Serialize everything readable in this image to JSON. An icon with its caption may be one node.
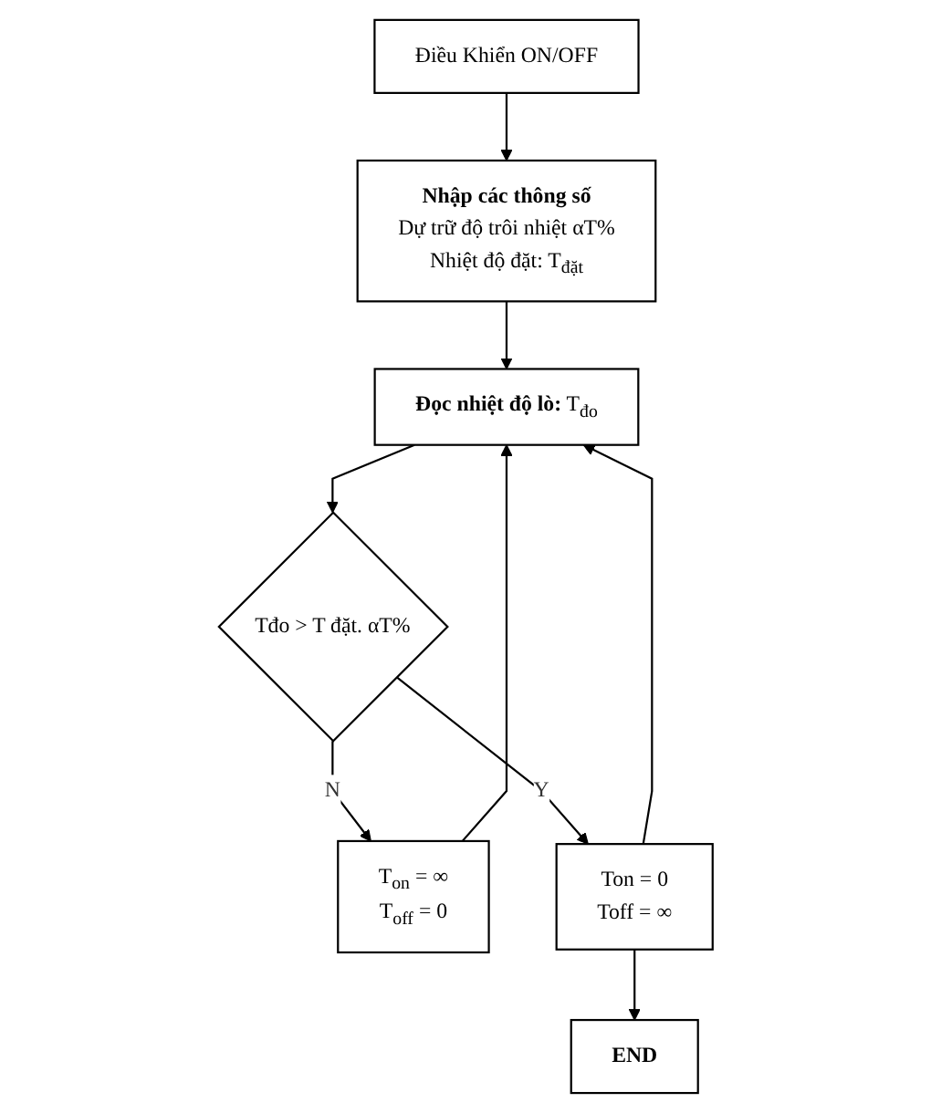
{
  "diagram": {
    "nodes": [
      {
        "text": [
          "Điều Khiển ON/OFF"
        ]
      },
      {
        "text": [
          "Nhập các thông số",
          "Dự trữ độ trôi nhiệt αT%",
          "Nhiệt độ đặt: T$_{đặt}$"
        ]
      },
      {
        "text": [
          "**Đọc nhiệt độ lò:** T$_{đo}$"
        ]
      },
      {
        "text": [
          "Tđo > T đặt. αT%"
        ]
      },
      {
        "text": [
          "T$_{on}$ = ∞",
          "T$_{off}$ = 0"
        ]
      },
      {
        "text": [
          "Ton = 0",
          "Toff = ∞"
        ]
      },
      {
        "text": [
          "END"
        ]
      }
    ],
    "edges": [
      {
        "from": 0,
        "to": 1,
        "arrow": "to"
      },
      {
        "from": 1,
        "to": 2,
        "arrow": "to"
      },
      {
        "from": 2,
        "to": 3,
        "arrow": "to"
      },
      {
        "from": 3,
        "to": 4,
        "label": "N",
        "arrow": "to"
      },
      {
        "from": 3,
        "to": 5,
        "label": "Y",
        "arrow": "to"
      },
      {
        "from": 4,
        "to": 2,
        "arrow": "to"
      },
      {
        "from": 5,
        "to": 6,
        "arrow": "to"
      },
      {
        "from": 5,
        "to": 2,
        "arrow": "to"
      }
    ]
  }
}
